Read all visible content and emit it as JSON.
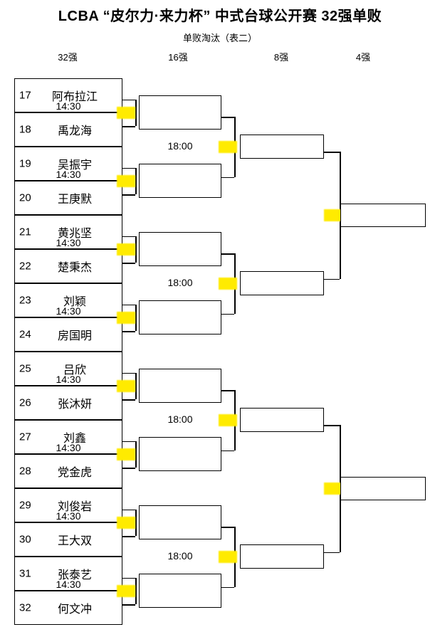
{
  "header": {
    "title": "LCBA “皮尔力·来力杯” 中式台球公开赛 32强单败",
    "subtitle": "单败淘汰（表二）"
  },
  "columns": [
    {
      "label": "32强"
    },
    {
      "label": "16强"
    },
    {
      "label": "8强"
    },
    {
      "label": "4强"
    }
  ],
  "round1": {
    "seeds": [
      {
        "num": "17",
        "name": "阿布拉江"
      },
      {
        "num": "18",
        "name": "禹龙海"
      },
      {
        "num": "19",
        "name": "吴振宇"
      },
      {
        "num": "20",
        "name": "王庚默"
      },
      {
        "num": "21",
        "name": "黄兆坚"
      },
      {
        "num": "22",
        "name": "楚秉杰"
      },
      {
        "num": "23",
        "name": "刘颖"
      },
      {
        "num": "24",
        "name": "房国明"
      },
      {
        "num": "25",
        "name": "吕欣"
      },
      {
        "num": "26",
        "name": "张沐妍"
      },
      {
        "num": "27",
        "name": "刘鑫"
      },
      {
        "num": "28",
        "name": "党金虎"
      },
      {
        "num": "29",
        "name": "刘俊岩"
      },
      {
        "num": "30",
        "name": "王大双"
      },
      {
        "num": "31",
        "name": "张泰艺"
      },
      {
        "num": "32",
        "name": "何文冲"
      }
    ],
    "times": [
      "14:30",
      "14:30",
      "14:30",
      "14:30",
      "14:30",
      "14:30",
      "14:30",
      "14:30"
    ]
  },
  "round2": {
    "slots": [
      "",
      "",
      "",
      "",
      "",
      "",
      "",
      ""
    ],
    "times": [
      "18:00",
      "18:00",
      "18:00",
      "18:00"
    ]
  },
  "round3": {
    "slots": [
      "",
      "",
      "",
      ""
    ]
  },
  "round4": {
    "slots": [
      "",
      ""
    ]
  },
  "colors": {
    "highlight": "#ffeb00",
    "line": "#000000",
    "background": "#ffffff"
  }
}
